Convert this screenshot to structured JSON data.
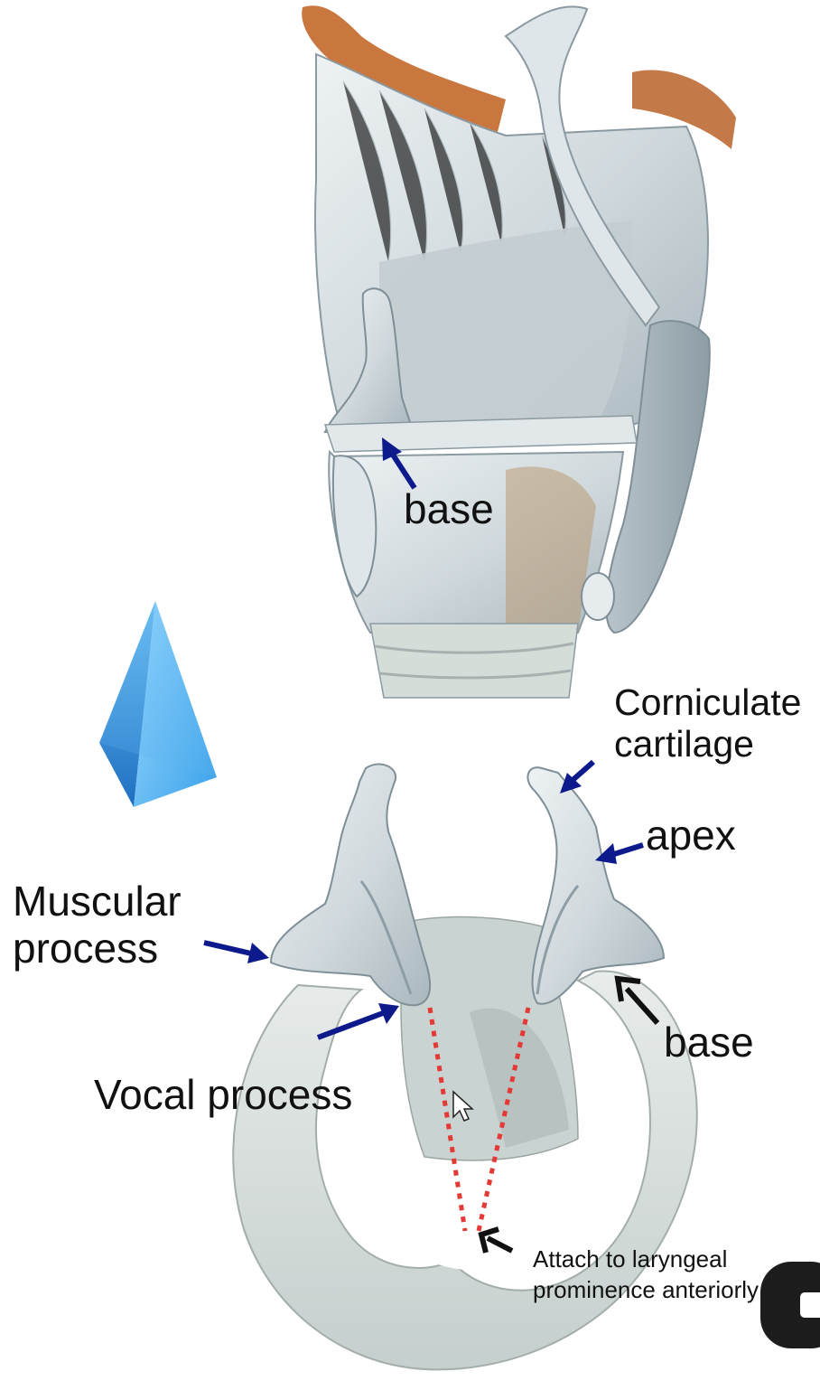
{
  "labels": {
    "base_top": "base",
    "corniculate": "Corniculate cartilage",
    "apex": "apex",
    "muscular": "Muscular process",
    "base_bottom": "base",
    "vocal": "Vocal process",
    "attach_note": "Attach to laryngeal prominence anteriorly"
  },
  "colors": {
    "arrow_blue": "#0d1a8c",
    "arrow_black": "#111111",
    "dotted_red": "#e53935",
    "pyramid_blue": "#2f8fe0",
    "cartilage": "#d7dfe2",
    "thyroid_orange": "#c7743e"
  },
  "icons": {
    "pyramid": "pyramid-icon",
    "cursor": "mouse-cursor-icon",
    "control": "stop-button-icon"
  }
}
